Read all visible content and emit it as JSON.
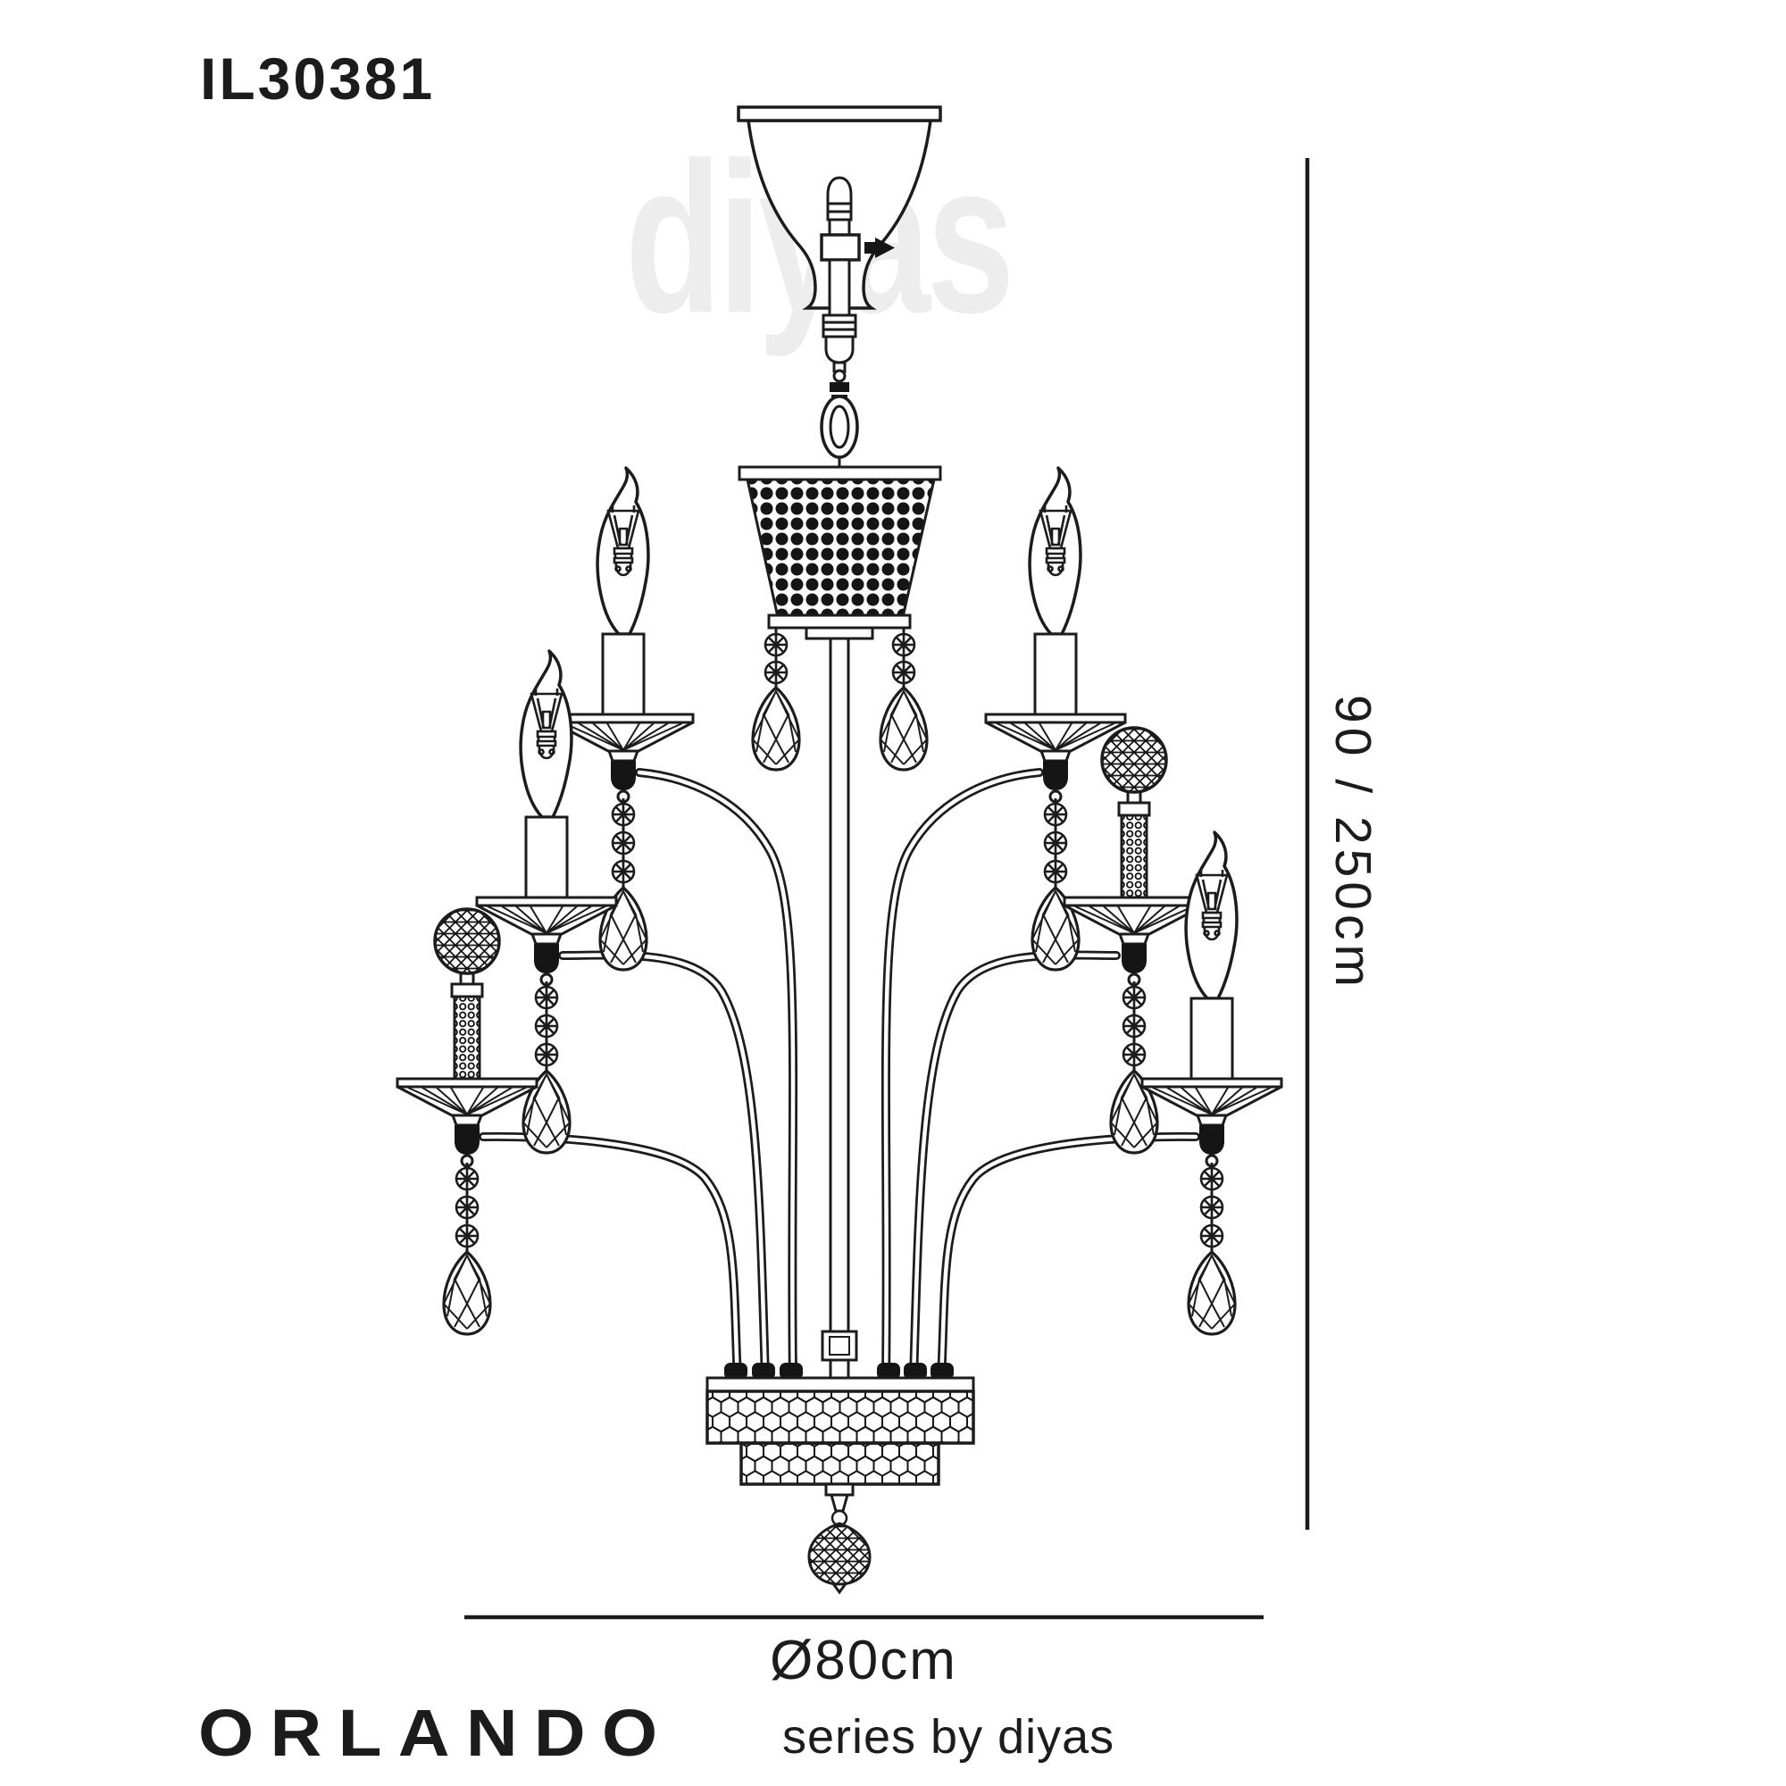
{
  "header": {
    "product_code": "IL30381"
  },
  "watermark": {
    "text": "diyas"
  },
  "dimensions": {
    "height": "90 / 250cm",
    "diameter": "Ø80cm"
  },
  "footer": {
    "series_name": "ORLANDO",
    "series_suffix": "series by diyas"
  },
  "drawing": {
    "subject": "6-light two-tier chandelier line drawing",
    "parts": [
      "ceiling-canopy",
      "suspension-rod",
      "chain-link",
      "crystal-bead-basket",
      "candle-light",
      "crystal-ball-ornament",
      "scroll-arm",
      "crystal-teardrop",
      "honeycomb-corpus",
      "crystal-finial-ball"
    ],
    "colors": {
      "line": "#1c1c1c",
      "watermark": "#ededed",
      "background": "#ffffff"
    }
  }
}
